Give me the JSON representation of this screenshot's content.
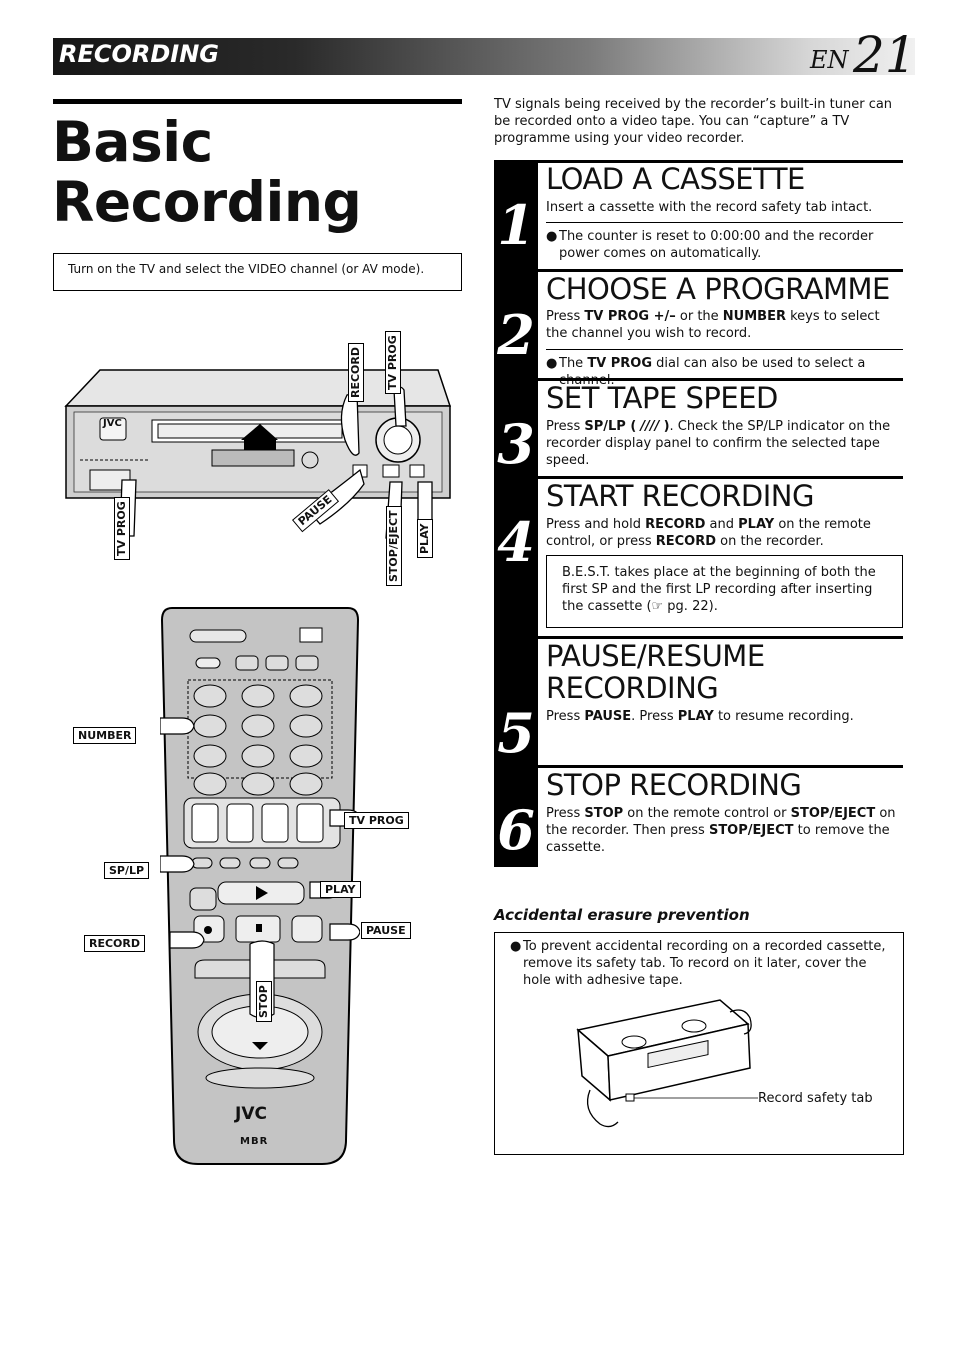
{
  "header": {
    "section": "RECORDING",
    "lang": "EN",
    "page_number": "21"
  },
  "title": {
    "line1": "Basic",
    "line2": "Recording"
  },
  "prep_note": "Turn on the TV and select the VIDEO channel (or AV mode).",
  "intro": "TV signals being received by the recorder’s built-in tuner can be recorded onto a video tape. You can “capture” a TV programme using your video recorder.",
  "steps": [
    {
      "num": "1",
      "heading": "LOAD A CASSETTE",
      "text": "Insert a cassette with the record safety tab intact.",
      "note": "The counter is reset to 0:00:00 and the recorder power comes on automatically."
    },
    {
      "num": "2",
      "heading": "CHOOSE A PROGRAMME",
      "text_a": "Press ",
      "text_b": "TV PROG +/–",
      "text_c": " or the ",
      "text_d": "NUMBER",
      "text_e": " keys to select the channel you wish to record.",
      "note_a": "The ",
      "note_b": "TV PROG",
      "note_c": " dial can also be used to select a channel."
    },
    {
      "num": "3",
      "heading": "SET TAPE SPEED",
      "text_a": "Press ",
      "text_b": "SP/LP (",
      "text_c": "////",
      "text_d": ")",
      "text_e": ". Check the SP/LP indicator on the recorder display panel to confirm the selected tape speed."
    },
    {
      "num": "4",
      "heading": "START RECORDING",
      "text_a": "Press and hold ",
      "text_b": "RECORD",
      "text_c": " and ",
      "text_d": "PLAY",
      "text_e": " on the remote control, or press ",
      "text_f": "RECORD",
      "text_g": " on the recorder.",
      "box": "B.E.S.T. takes place at the beginning of both the first SP and the first LP recording after inserting the cassette (☞ pg. 22)."
    },
    {
      "num": "5",
      "heading_l1": "PAUSE/RESUME",
      "heading_l2": "RECORDING",
      "text_a": "Press ",
      "text_b": "PAUSE",
      "text_c": ". Press ",
      "text_d": "PLAY",
      "text_e": " to resume recording."
    },
    {
      "num": "6",
      "heading": "STOP RECORDING",
      "text_a": "Press ",
      "text_b": "STOP",
      "text_c": " on the remote control or ",
      "text_d": "STOP/EJECT",
      "text_e": " on the recorder. Then press ",
      "text_f": "STOP/EJECT",
      "text_g": " to remove the cassette."
    }
  ],
  "erasure": {
    "heading": "Accidental erasure prevention",
    "text": "To prevent accidental recording on a recorded cassette, remove its safety tab. To record on it later, cover the hole with adhesive tape.",
    "tab_label": "Record safety tab"
  },
  "vcr_labels": {
    "record": "RECORD",
    "tv_prog_top": "TV PROG",
    "tv_prog_left": "TV PROG",
    "pause": "PAUSE",
    "stop_eject": "STOP/EJECT",
    "play": "PLAY",
    "brand": "JVC"
  },
  "remote_labels": {
    "number": "NUMBER",
    "tv_prog": "TV PROG",
    "sp_lp": "SP/LP",
    "play": "PLAY",
    "record": "RECORD",
    "pause": "PAUSE",
    "stop": "STOP",
    "brand": "JVC",
    "logo": "MBR"
  }
}
